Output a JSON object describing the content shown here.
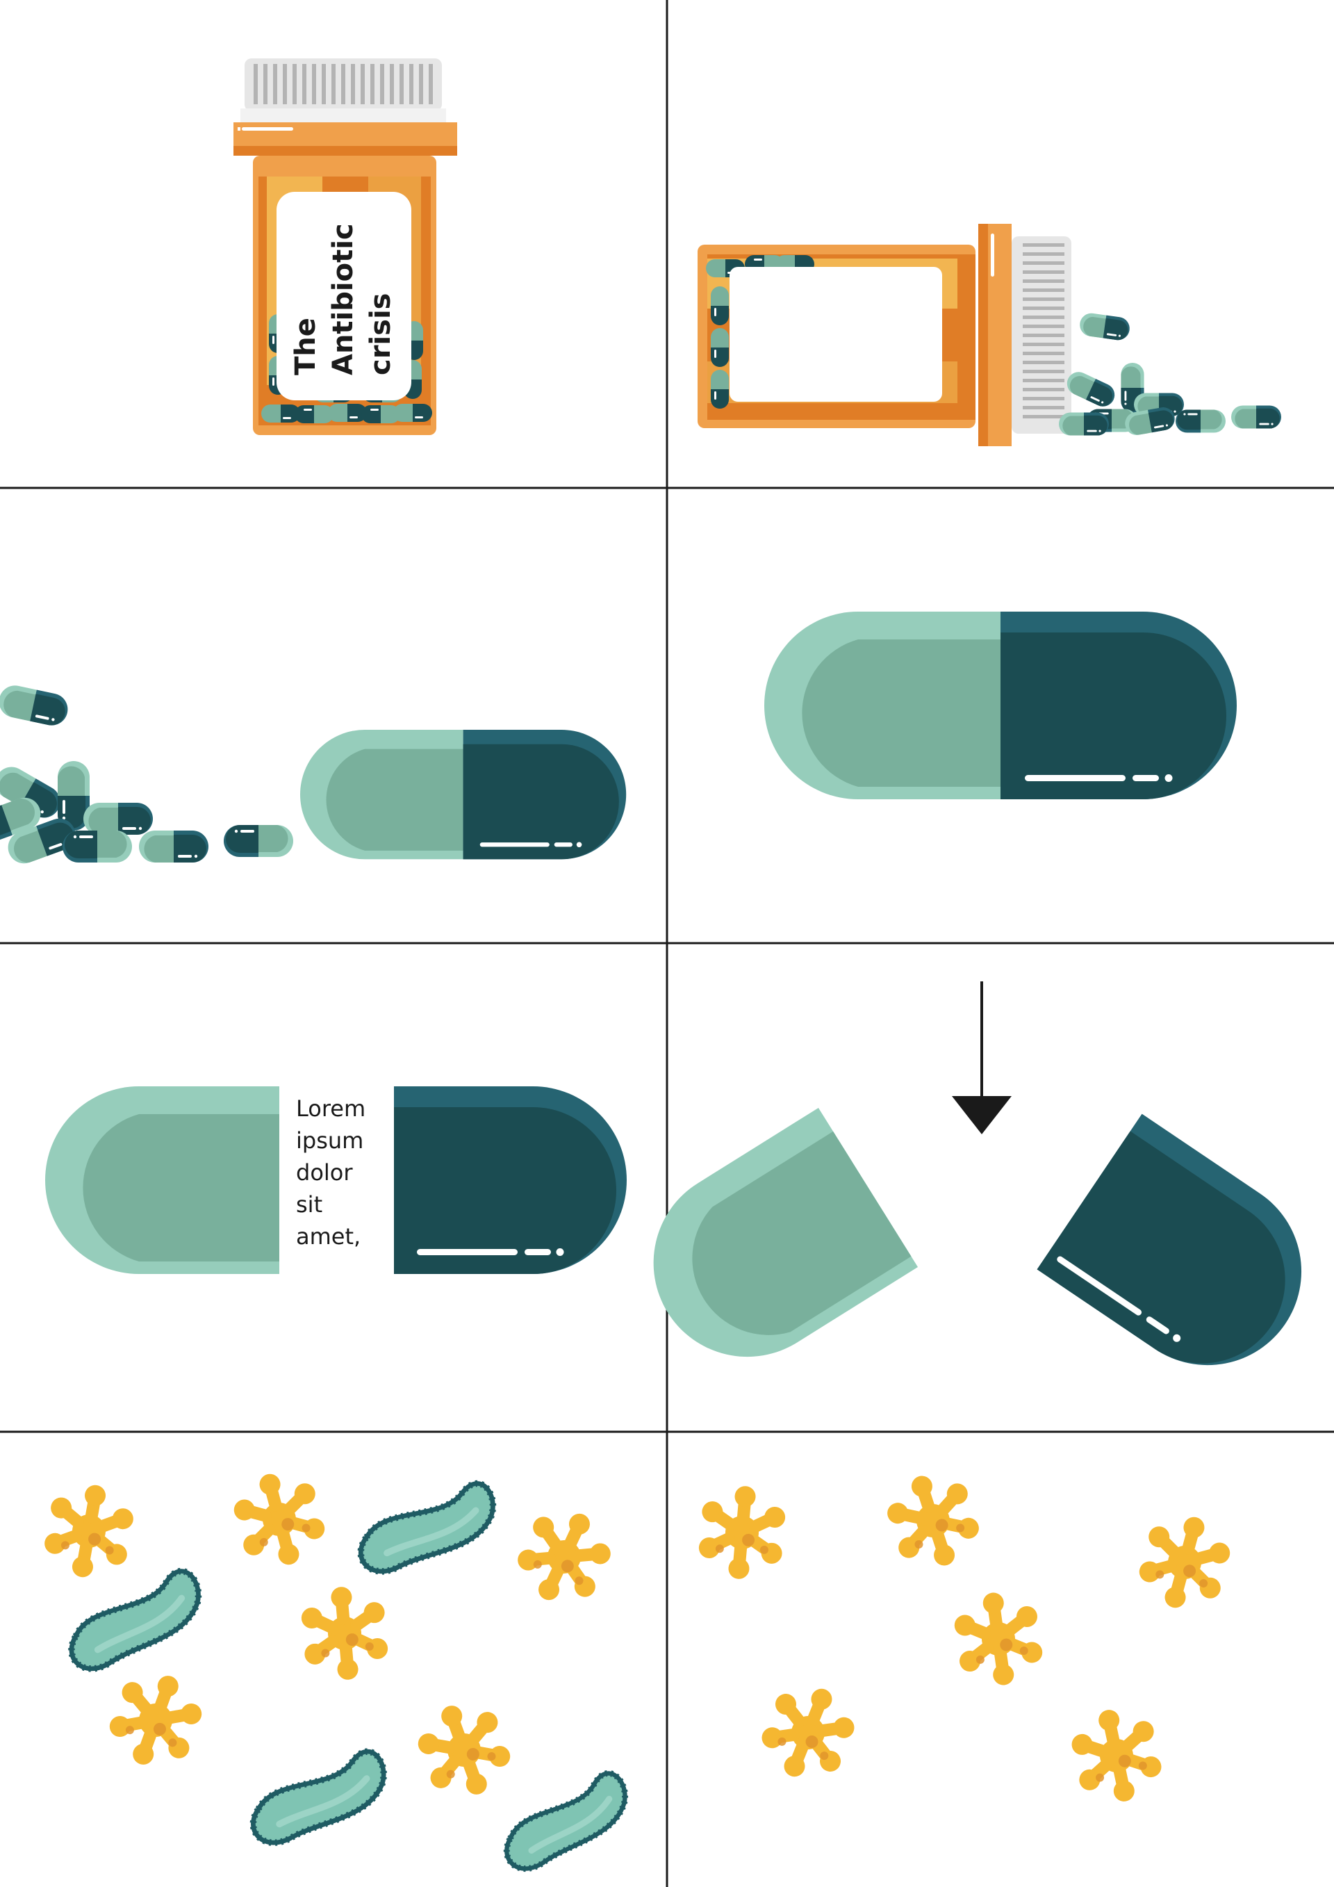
{
  "colors": {
    "background": "#ffffff",
    "grid_line": "#1a1a1a",
    "bottle_orange": "#f0a04b",
    "bottle_orange_dark": "#e07d26",
    "bottle_highlight": "#f6c35c",
    "cap_grey": "#e6e6e6",
    "cap_ridge": "#b3b3b3",
    "capsule_light": "#79b09c",
    "capsule_light_top": "#96cdbb",
    "capsule_dark": "#1b4c52",
    "capsule_dark_top": "#266472",
    "bacteria_orange": "#f5b731",
    "bacteria_orange_shade": "#e2952c",
    "bacillus_fill": "#7fc4b3",
    "bacillus_outline": "#1f5b63"
  },
  "panels": [
    {
      "id": "bottle-upright",
      "label_lines": [
        "The",
        "Antibiotic",
        "crisis"
      ]
    },
    {
      "id": "bottle-spilled"
    },
    {
      "id": "capsules-rolling"
    },
    {
      "id": "capsule-closeup"
    },
    {
      "id": "capsule-open",
      "text_lines": [
        "Lorem",
        "ipsum",
        "dolor",
        "sit",
        "amet,"
      ]
    },
    {
      "id": "capsule-broken",
      "icon": "arrow-down-icon"
    },
    {
      "id": "bacteria-mixed",
      "icon": "bacteria-icon"
    },
    {
      "id": "bacteria-resistant",
      "icon": "bacteria-icon"
    }
  ]
}
